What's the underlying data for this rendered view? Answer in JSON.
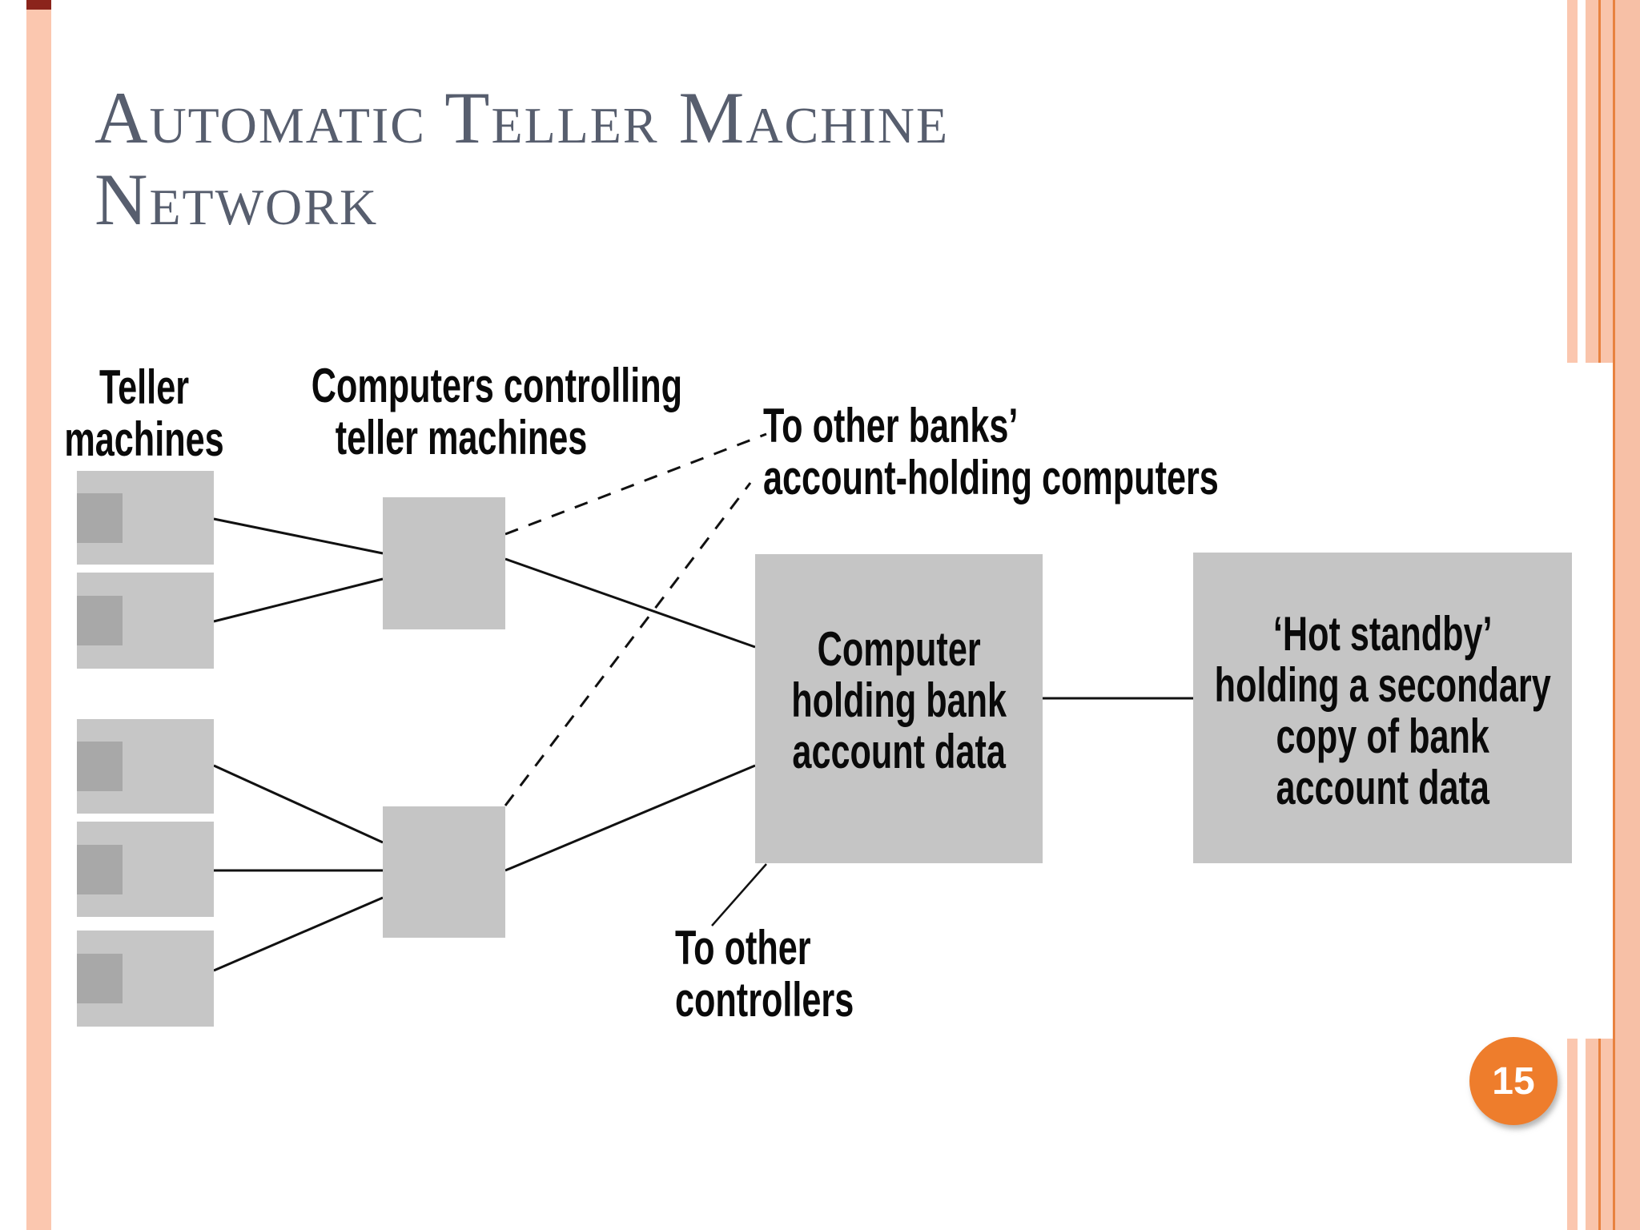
{
  "page": {
    "number": "15"
  },
  "title": {
    "line1": "Automatic Teller Machine",
    "line2": "Network"
  },
  "diagram": {
    "labels": {
      "teller_machines": {
        "lines": [
          "Teller",
          "machines"
        ]
      },
      "controllers_label": {
        "lines": [
          "Computers controlling",
          "teller machines"
        ]
      },
      "other_banks": {
        "lines": [
          "To other banks’",
          "account-holding computers"
        ]
      },
      "other_controllers": {
        "lines": [
          "To other",
          "controllers"
        ]
      }
    },
    "nodes": {
      "bank_computer": {
        "lines": [
          "Computer",
          "holding bank",
          "account data"
        ]
      },
      "hot_standby": {
        "lines": [
          "‘Hot standby’",
          "holding a secondary",
          "copy of bank",
          "account data"
        ]
      }
    }
  },
  "colors": {
    "accent_peach": "#fbc7af",
    "accent_orange_line": "#e8823f",
    "dark_red_cap": "#8b241b",
    "page_badge_orange": "#ee7d2c",
    "title_gray": "#575e6e",
    "box_gray": "#c6c6c6",
    "box_inner_gray": "#a8a8a8",
    "line_black": "#111111"
  }
}
